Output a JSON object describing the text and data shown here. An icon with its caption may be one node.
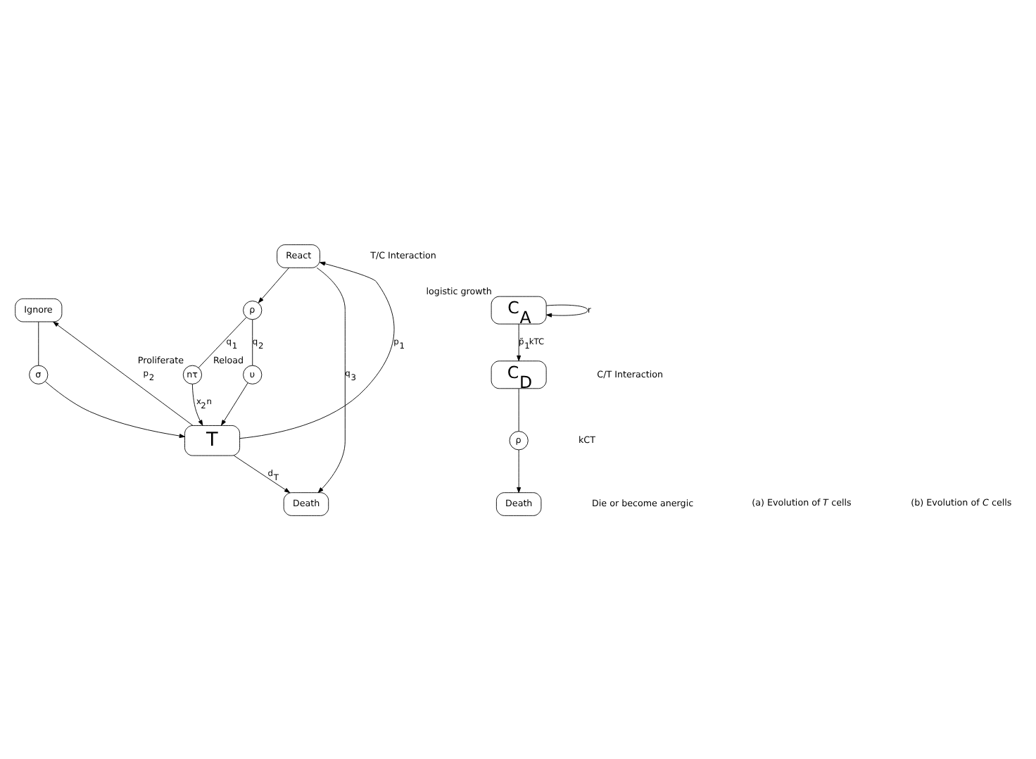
{
  "diagram": {
    "nodes": [
      {
        "text": [
          "Ignore"
        ]
      },
      {
        "text": [
          "React"
        ]
      },
      {
        "text": [
          "σ"
        ]
      },
      {
        "text": [
          "T"
        ]
      },
      {
        "text": [
          "nτ"
        ],
        "beside": [
          "Proliferate"
        ]
      },
      {
        "text": [
          "ρ"
        ]
      },
      {
        "text": [
          "υ"
        ],
        "beside": [
          "Reload"
        ]
      },
      {
        "text": [
          "Death"
        ]
      },
      {
        "text": [
          "C$_{A}$"
        ],
        "beside": [
          "logistic growth"
        ]
      },
      {
        "text": [
          "C$_{D}$"
        ]
      },
      {
        "text": [
          "ρ"
        ]
      },
      {
        "text": [
          "Death"
        ]
      }
    ],
    "edges": [
      {
        "from": 0,
        "to": 2,
        "arrow": "none"
      },
      {
        "from": 2,
        "to": 3,
        "arrow": "to"
      },
      {
        "from": 3,
        "to": 0,
        "arrow": "to",
        "label": "p$_{2}$"
      },
      {
        "from": 3,
        "to": 1,
        "arrow": "to",
        "label": "p$_{1}$"
      },
      {
        "from": 1,
        "to": 5,
        "arrow": "to"
      },
      {
        "from": 1,
        "to": 7,
        "arrow": "to",
        "label": "q$_{3}$"
      },
      {
        "from": 5,
        "to": 4,
        "arrow": "none",
        "label": "q$_{1}$"
      },
      {
        "from": 4,
        "to": 3,
        "arrow": "to",
        "label": "$^{x}$2$^{n}$"
      },
      {
        "from": 5,
        "to": 6,
        "arrow": "none",
        "label": "q$_{2}$"
      },
      {
        "from": 6,
        "to": 3,
        "arrow": "to"
      },
      {
        "from": 3,
        "to": 7,
        "arrow": "to",
        "label": "d$_{T}$"
      },
      {
        "from": 8,
        "to": 8,
        "arrow": "to",
        "label": "r"
      },
      {
        "from": 8,
        "to": 9,
        "arrow": "to",
        "label": "p̃$_{1}$kTC"
      },
      {
        "from": 9,
        "to": 10,
        "arrow": "none"
      },
      {
        "from": 10,
        "to": 11,
        "arrow": "to"
      }
    ],
    "labels": [
      "kCT",
      "T/C Interaction",
      "Die or become anergic",
      "C/T Interaction",
      "(a) Evolution of *T* cells",
      "(b) Evolution of *C* cells"
    ]
  }
}
